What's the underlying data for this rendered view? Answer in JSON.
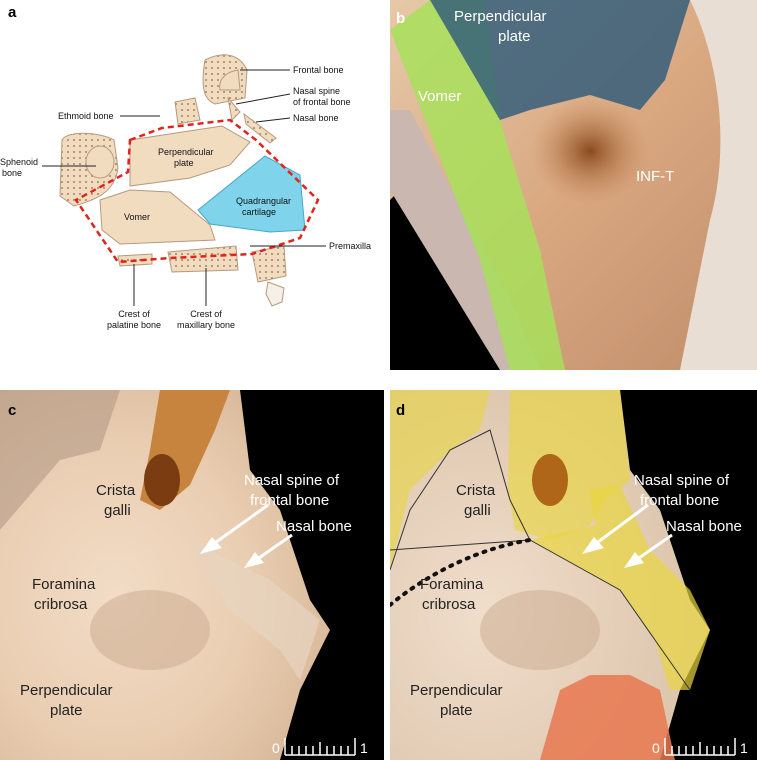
{
  "panels": {
    "a": {
      "letter": "a",
      "labels": {
        "frontal_bone": "Frontal bone",
        "nasal_spine_line1": "Nasal spine",
        "nasal_spine_line2": "of frontal bone",
        "nasal_bone": "Nasal bone",
        "ethmoid_bone": "Ethmoid bone",
        "sphenoid_line1": "Sphenoid",
        "sphenoid_line2": "bone",
        "perp_line1": "Perpendicular",
        "perp_line2": "plate",
        "quad_line1": "Quadrangular",
        "quad_line2": "cartilage",
        "vomer": "Vomer",
        "premaxilla": "Premaxilla",
        "crest_palatine_line1": "Crest of",
        "crest_palatine_line2": "palatine bone",
        "crest_maxillary_line1": "Crest of",
        "crest_maxillary_line2": "maxillary bone"
      },
      "colors": {
        "bone": "#f1dcc0",
        "cartilage": "#7fd3ea",
        "outline": "#e0231b"
      }
    },
    "b": {
      "letter": "b",
      "labels": {
        "perp_line1": "Perpendicular",
        "perp_line2": "plate",
        "vomer": "Vomer",
        "inf_t": "INF-T"
      },
      "colors": {
        "vomer_overlay": "#a8e05a",
        "perp_overlay": "#2f5a7a"
      }
    },
    "c": {
      "letter": "c",
      "labels": {
        "crista_line1": "Crista",
        "crista_line2": "galli",
        "nasal_spine_line1": "Nasal spine of",
        "nasal_spine_line2": "frontal bone",
        "nasal_bone": "Nasal bone",
        "foramina_line1": "Foramina",
        "foramina_line2": "cribrosa",
        "perp_line1": "Perpendicular",
        "perp_line2": "plate",
        "scale_0": "0",
        "scale_1": "1"
      }
    },
    "d": {
      "letter": "d",
      "labels": {
        "crista_line1": "Crista",
        "crista_line2": "galli",
        "nasal_spine_line1": "Nasal spine of",
        "nasal_spine_line2": "frontal bone",
        "nasal_bone": "Nasal bone",
        "foramina_line1": "Foramina",
        "foramina_line2": "cribrosa",
        "perp_line1": "Perpendicular",
        "perp_line2": "plate",
        "scale_0": "0",
        "scale_1": "1"
      },
      "colors": {
        "yellow_overlay": "#e8d640",
        "salmon_overlay": "#e87850"
      }
    }
  }
}
